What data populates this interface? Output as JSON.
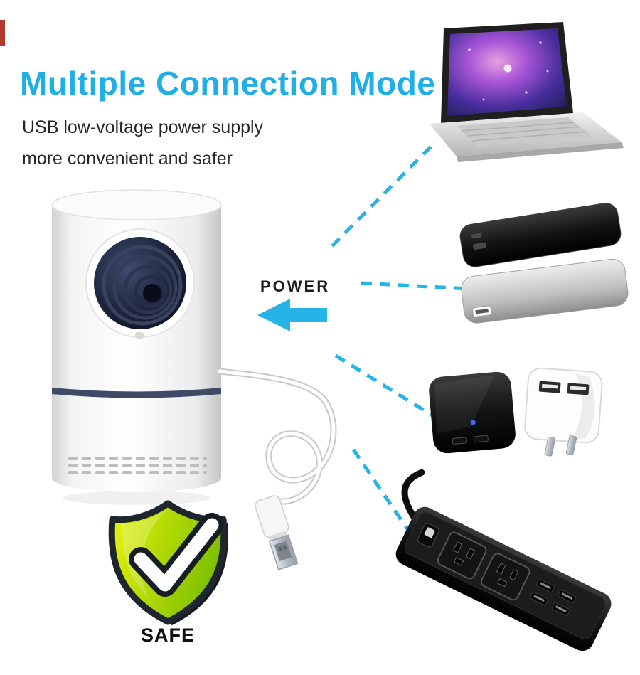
{
  "header": {
    "title": "Multiple Connection Mode",
    "subtitle_line1": "USB low-voltage power supply",
    "subtitle_line2": "more convenient and safer"
  },
  "labels": {
    "power": "POWER",
    "safe": "SAFE"
  },
  "colors": {
    "accent_cyan": "#25b3e8",
    "title_blue": "#1faee6",
    "body_text": "#262626",
    "shield_green": "#a6d400",
    "shield_edge": "#20262e",
    "lamp_band_navy": "#3e4a66",
    "device_black": "#141414",
    "device_silver": "#bfbfbf"
  },
  "graphics": {
    "product": "usb-mosquito-killer-lamp",
    "cable": "white-usb-cable-with-plug",
    "badge": "green-shield-checkmark",
    "arrow": "cyan-left-arrow",
    "connectors": "cyan-dashed-lines",
    "devices": [
      "laptop",
      "power-bank-black",
      "power-bank-silver",
      "usb-charger-black",
      "usb-wall-charger-white",
      "power-strip"
    ]
  }
}
